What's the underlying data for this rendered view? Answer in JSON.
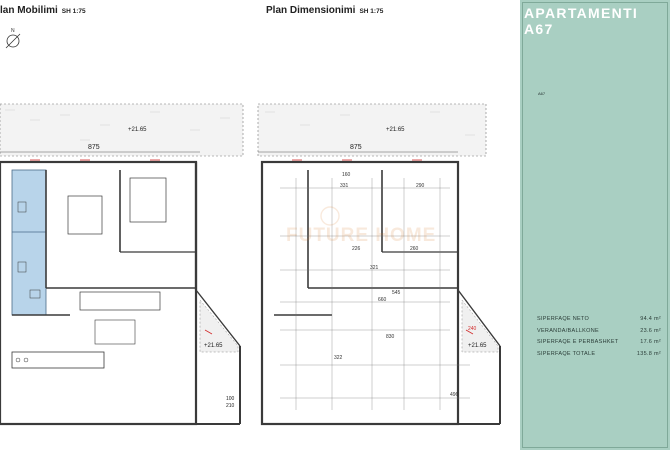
{
  "sheet": {
    "plan_left": {
      "title": "lan Mobilimi",
      "scale": "SH 1:75"
    },
    "plan_right": {
      "title": "Plan Dimensionimi",
      "scale": "SH 1:75"
    },
    "compass_label": "N"
  },
  "plan_labels": {
    "width_dim": "875",
    "terrace_level": "+21.65",
    "balcony_level": "+21.65",
    "left_codes": [
      "100",
      "210"
    ],
    "right_dims": [
      "331",
      "290",
      "160",
      "226",
      "260",
      "321",
      "660",
      "545",
      "830",
      "322",
      "496",
      "240"
    ]
  },
  "panel": {
    "apartment_title": "APARTAMENTI A67",
    "keyplan_unit_label": "A67",
    "stats": [
      {
        "label": "SIPERFAQE NETO",
        "value": "94.4 m²"
      },
      {
        "label": "VERANDA/BALLKONE",
        "value": "23.6 m²"
      },
      {
        "label": "SIPERFAQE E PERBASHKET",
        "value": "17.6 m²"
      },
      {
        "label": "SIPERFAQE TOTALE",
        "value": "135.8 m²"
      }
    ]
  },
  "watermark": "FUTURE HOME",
  "colors": {
    "panel_bg": "#a9cfc2",
    "wall": "#3a3a3a",
    "bath_tile": "#b8d4ea",
    "highlight": "#d22b2b"
  }
}
